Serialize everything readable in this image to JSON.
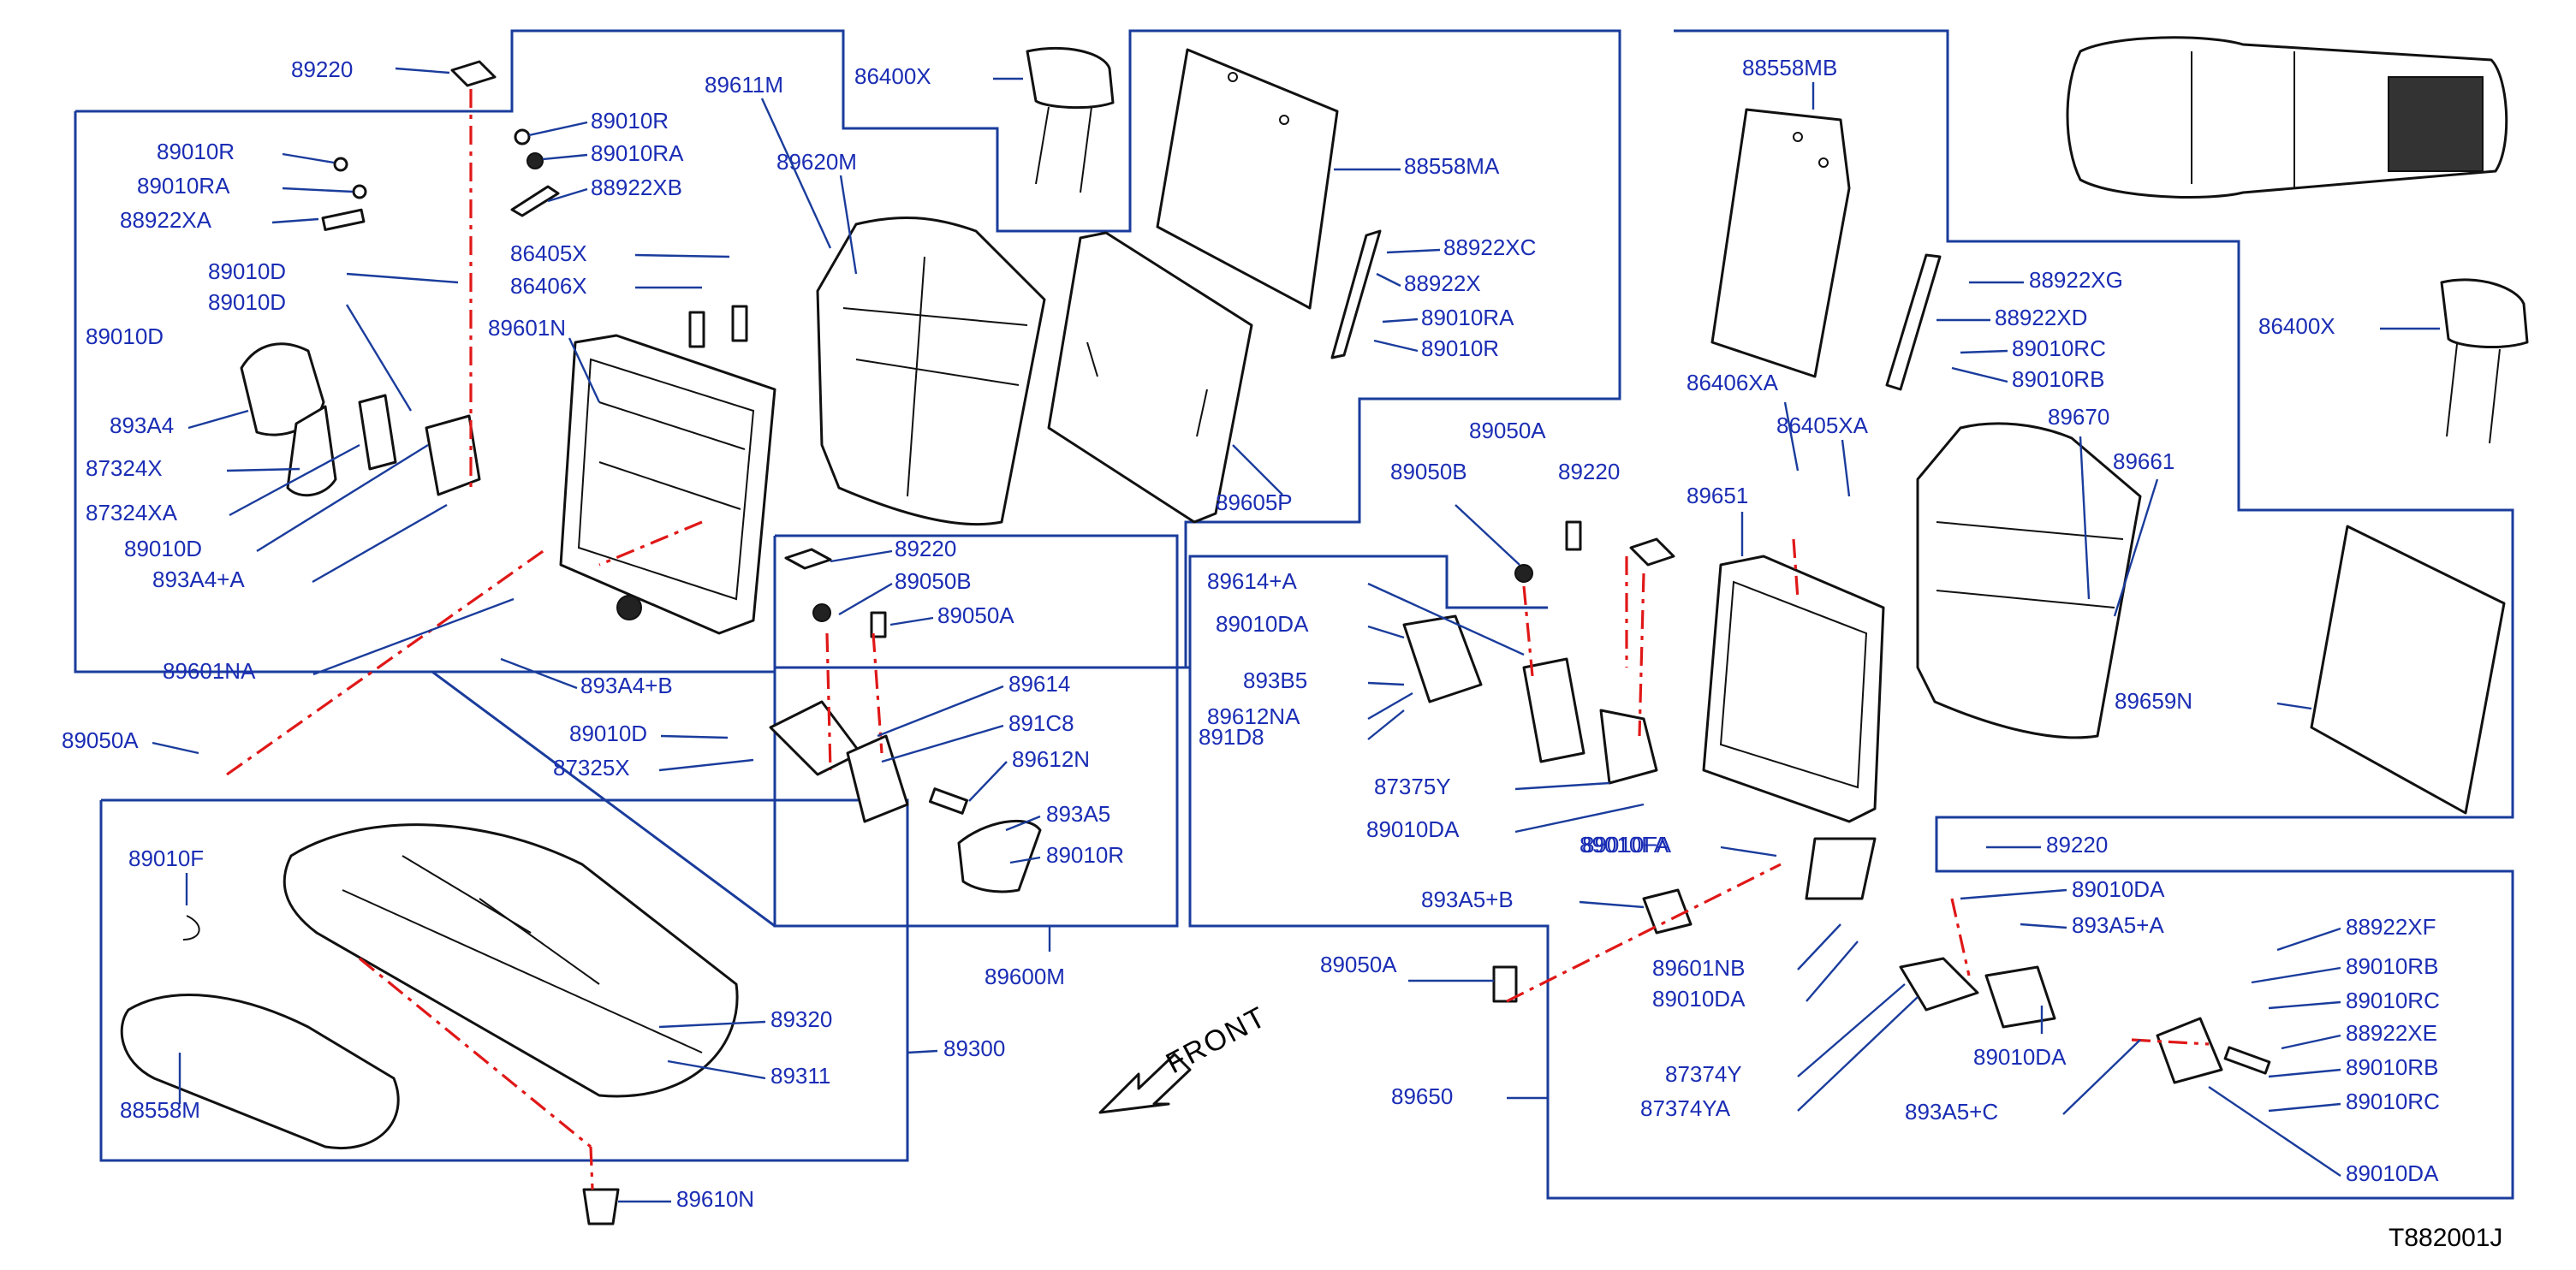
{
  "diagram": {
    "code": "T882001J",
    "front_label": "FRONT",
    "colors": {
      "label": "#1a2db4",
      "box": "#1a3c9c",
      "leader_dash": "#e01818",
      "part": "#111111"
    },
    "labels": [
      "89220",
      "89010R",
      "89010RA",
      "89010R",
      "89010RA",
      "88922XB",
      "88922XA",
      "89010D",
      "89010D",
      "89010D",
      "86405X",
      "86406X",
      "89611M",
      "86400X",
      "89620M",
      "88558MA",
      "88922XC",
      "88922X",
      "89010RA",
      "89010R",
      "89601N",
      "893A4",
      "87324X",
      "87324XA",
      "89010D",
      "893A4+A",
      "89601NA",
      "893A4+B",
      "89605P",
      "89050A",
      "89220",
      "89050B",
      "89050A",
      "89614",
      "89010D",
      "891C8",
      "87325X",
      "89612N",
      "893A5",
      "89010R",
      "89600M",
      "89010F",
      "88558M",
      "89320",
      "89311",
      "89300",
      "89610N",
      "88558MB",
      "88922XG",
      "88922XD",
      "89010RC",
      "89010RB",
      "86400X",
      "86406XA",
      "86405XA",
      "89670",
      "89661",
      "89050A",
      "89220",
      "89050B",
      "89651",
      "89659N",
      "89614+A",
      "89010DA",
      "893B5",
      "89612NA",
      "891D8",
      "87375Y",
      "89010DA",
      "89010FA",
      "89220",
      "89010DA",
      "893A5+A",
      "893A5+B",
      "88922XF",
      "89010RB",
      "89010RC",
      "88922XE",
      "89010RB",
      "89010RC",
      "89050A",
      "89601NB",
      "89010DA",
      "87374Y",
      "87374YA",
      "89010DA",
      "893A5+C",
      "89650",
      "89010DA",
      "89010FA"
    ]
  }
}
